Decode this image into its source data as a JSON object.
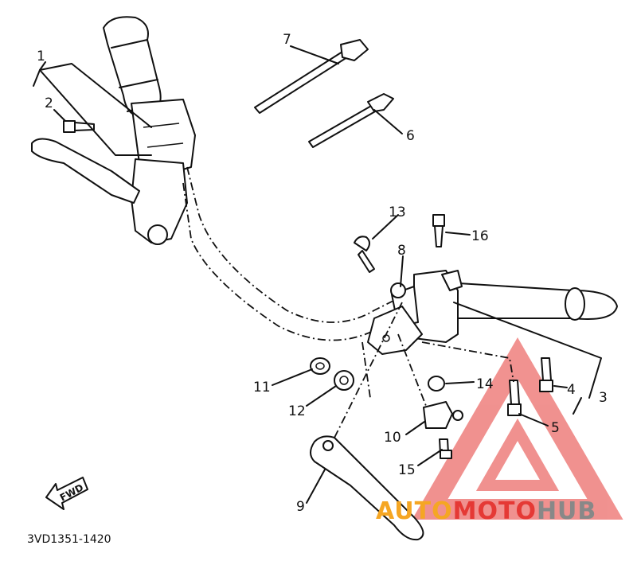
{
  "labels": {
    "l1": "1",
    "l2": "2",
    "l3": "3",
    "l4": "4",
    "l5": "5",
    "l6": "6",
    "l7": "7",
    "l8": "8",
    "l9": "9",
    "l10": "10",
    "l11": "11",
    "l12": "12",
    "l13": "13",
    "l14": "14",
    "l15": "15",
    "l16": "16"
  },
  "diagram_code": "3VD1351-1420",
  "fwd_label": "FWD",
  "watermark": {
    "part1": "AUTO",
    "part2": "MOTO",
    "part3": "HUB"
  },
  "colors": {
    "watermark_orange": "#f5a623",
    "watermark_red": "#e53935",
    "watermark_gray": "#888888",
    "ink": "#111111"
  }
}
